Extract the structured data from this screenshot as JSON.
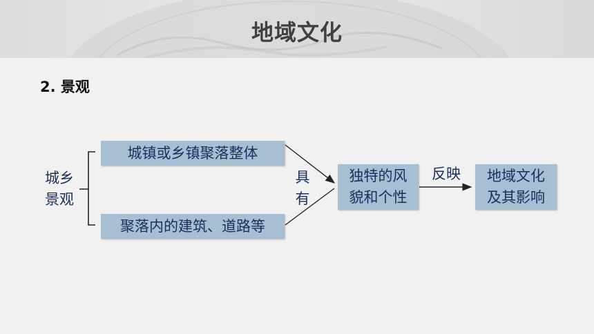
{
  "page": {
    "title": "地域文化",
    "section_heading": "2. 景观"
  },
  "diagram": {
    "root_line1": "城乡",
    "root_line2": "景观",
    "branch_top": "城镇或乡镇聚落整体",
    "branch_bottom": "聚落内的建筑、道路等",
    "merge_label_line1": "具",
    "merge_label_line2": "有",
    "middle_line1": "独特的风",
    "middle_line2": "貌和个性",
    "arrow_label": "反映",
    "result_line1": "地域文化",
    "result_line2": "及其影响"
  },
  "colors": {
    "box_fill": "#a8bfd3",
    "text_navy": "#1a2f5a",
    "background": "#f1f1f1",
    "header_band": "#e3e3e3"
  }
}
